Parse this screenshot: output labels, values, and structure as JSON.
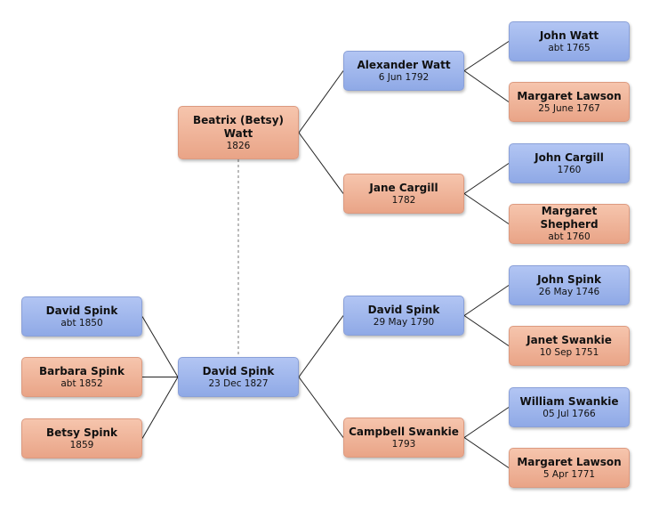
{
  "people": {
    "david_1827": {
      "name": "David Spink",
      "date": "23 Dec 1827",
      "sex": "male"
    },
    "beatrix": {
      "name": "Beatrix (Betsy) Watt",
      "date": "1826",
      "sex": "female"
    },
    "child_david": {
      "name": "David Spink",
      "date": "abt 1850",
      "sex": "male"
    },
    "child_barbara": {
      "name": "Barbara Spink",
      "date": "abt 1852",
      "sex": "female"
    },
    "child_betsy": {
      "name": "Betsy Spink",
      "date": "1859",
      "sex": "female"
    },
    "alexander": {
      "name": "Alexander Watt",
      "date": "6 Jun 1792",
      "sex": "male"
    },
    "jane": {
      "name": "Jane Cargill",
      "date": "1782",
      "sex": "female"
    },
    "david_1790": {
      "name": "David Spink",
      "date": "29 May 1790",
      "sex": "male"
    },
    "campbell": {
      "name": "Campbell Swankie",
      "date": "1793",
      "sex": "female"
    },
    "john_watt": {
      "name": "John Watt",
      "date": "abt 1765",
      "sex": "male"
    },
    "margaret_lawson_1767": {
      "name": "Margaret Lawson",
      "date": "25 June 1767",
      "sex": "female"
    },
    "john_cargill": {
      "name": "John Cargill",
      "date": "1760",
      "sex": "male"
    },
    "margaret_shepherd": {
      "name": "Margaret Shepherd",
      "date": "abt 1760",
      "sex": "female"
    },
    "john_spink": {
      "name": "John Spink",
      "date": "26 May 1746",
      "sex": "male"
    },
    "janet_swankie": {
      "name": "Janet Swankie",
      "date": "10 Sep 1751",
      "sex": "female"
    },
    "william_swankie": {
      "name": "William Swankie",
      "date": "05 Jul 1766",
      "sex": "male"
    },
    "margaret_lawson_1771": {
      "name": "Margaret Lawson",
      "date": "5 Apr 1771",
      "sex": "female"
    }
  },
  "relations": {
    "spouses": [
      [
        "david_1827",
        "beatrix"
      ]
    ],
    "children": [
      [
        "david_1827",
        "child_david"
      ],
      [
        "david_1827",
        "child_barbara"
      ],
      [
        "david_1827",
        "child_betsy"
      ]
    ],
    "parents": [
      [
        "beatrix",
        "alexander"
      ],
      [
        "beatrix",
        "jane"
      ],
      [
        "david_1827",
        "david_1790"
      ],
      [
        "david_1827",
        "campbell"
      ],
      [
        "alexander",
        "john_watt"
      ],
      [
        "alexander",
        "margaret_lawson_1767"
      ],
      [
        "jane",
        "john_cargill"
      ],
      [
        "jane",
        "margaret_shepherd"
      ],
      [
        "david_1790",
        "john_spink"
      ],
      [
        "david_1790",
        "janet_swankie"
      ],
      [
        "campbell",
        "william_swankie"
      ],
      [
        "campbell",
        "margaret_lawson_1771"
      ]
    ]
  }
}
